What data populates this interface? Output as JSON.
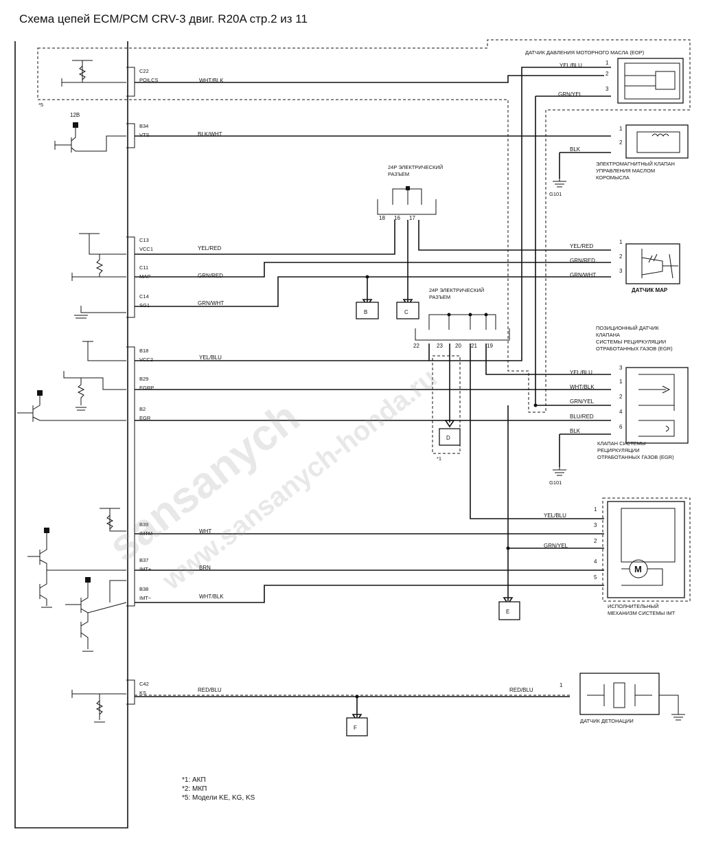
{
  "title": "Схема цепей ECM/PCM CRV-3 двиг. R20A  стр.2 из 11",
  "watermark": {
    "main": "sansanych",
    "url": "www.sansanych-honda.ru"
  },
  "ecm_pins": [
    {
      "pin": "C22",
      "name": "POILCS",
      "wire": "WHT/BLK"
    },
    {
      "pin": "B34",
      "name": "VTS",
      "wire": "BLK/WHT"
    },
    {
      "pin": "C13",
      "name": "VCC1",
      "wire": "YEL/RED"
    },
    {
      "pin": "C11",
      "name": "MAP",
      "wire": "GRN/RED"
    },
    {
      "pin": "C14",
      "name": "SG1",
      "wire": "GRN/WHT"
    },
    {
      "pin": "B18",
      "name": "VCC2",
      "wire": "YEL/BLU"
    },
    {
      "pin": "B29",
      "name": "EGRP",
      "wire": ""
    },
    {
      "pin": "B2",
      "name": "EGR",
      "wire": ""
    },
    {
      "pin": "B39",
      "name": "IMTM",
      "wire": "WHT"
    },
    {
      "pin": "B37",
      "name": "IMT+",
      "wire": "BRN"
    },
    {
      "pin": "B38",
      "name": "IMT−",
      "wire": "WHT/BLK"
    },
    {
      "pin": "C42",
      "name": "KS",
      "wire": "RED/BLU"
    }
  ],
  "supply_12v": "12B",
  "note_5": "*5",
  "note_1": "*1",
  "eop": {
    "label": "ДАТЧИК ДАВЛЕНИЯ МОТОРНОГО МАСЛА (EOP)",
    "wires": [
      "YEL/BLU",
      "GRN/YEL"
    ],
    "pins": [
      "1",
      "2",
      "3"
    ]
  },
  "vts_valve": {
    "label": [
      "ЭЛЕКТРОМАГНИТНЫЙ КЛАПАН",
      "УПРАВЛЕНИЯ МАСЛОМ",
      "КОРОМЫСЛА"
    ],
    "wire": "BLK",
    "ground": "G101",
    "pins": [
      "1",
      "2"
    ]
  },
  "connector_a": {
    "label": [
      "24P ЭЛЕКТРИЧЕСКИЙ",
      "РАЗЪЕМ"
    ],
    "pins": [
      "18",
      "16",
      "17"
    ]
  },
  "connector_b": {
    "label": [
      "24P ЭЛЕКТРИЧЕСКИЙ",
      "РАЗЪЕМ"
    ],
    "pins": [
      "22",
      "23",
      "20",
      "21",
      "19"
    ]
  },
  "map_sensor": {
    "label": "ДАТЧИК MAP",
    "wires": [
      "YEL/RED",
      "GRN/RED",
      "GRN/WHT"
    ],
    "pins": [
      "1",
      "2",
      "3"
    ]
  },
  "egr_sensor": {
    "label": [
      "ПОЗИЦИОННЫЙ ДАТЧИК",
      "КЛАПАНА",
      "СИСТЕМЫ РЕЦИРКУЛЯЦИИ",
      "ОТРАБОТАННЫХ ГАЗОВ (EGR)"
    ]
  },
  "egr_valve": {
    "label": [
      "КЛАПАН СИСТЕМЫ",
      "РЕЦИРКУЛЯЦИИ",
      "ОТРАБОТАННЫХ ГАЗОВ (EGR)"
    ],
    "wires": [
      "YEL/BLU",
      "WHT/BLK",
      "GRN/YEL",
      "BLU/RED",
      "BLK"
    ],
    "pins": [
      "3",
      "1",
      "2",
      "4",
      "6"
    ],
    "ground": "G101"
  },
  "imt": {
    "label": [
      "ИСПОЛНИТЕЛЬНЫЙ",
      "МЕХАНИЗМ СИСТЕМЫ IMT"
    ],
    "wires": [
      "YEL/BLU",
      "GRN/YEL"
    ],
    "pins": [
      "1",
      "3",
      "2",
      "4",
      "5"
    ],
    "motor": "M"
  },
  "knock": {
    "label": "ДАТЧИК ДЕТОНАЦИИ",
    "wire": "RED/BLU",
    "pin": "1"
  },
  "refs": [
    "B",
    "C",
    "D",
    "E",
    "F"
  ],
  "footnotes": [
    "*1: АКП",
    "*2: МКП",
    "*5: Модели KE, KG, KS"
  ]
}
